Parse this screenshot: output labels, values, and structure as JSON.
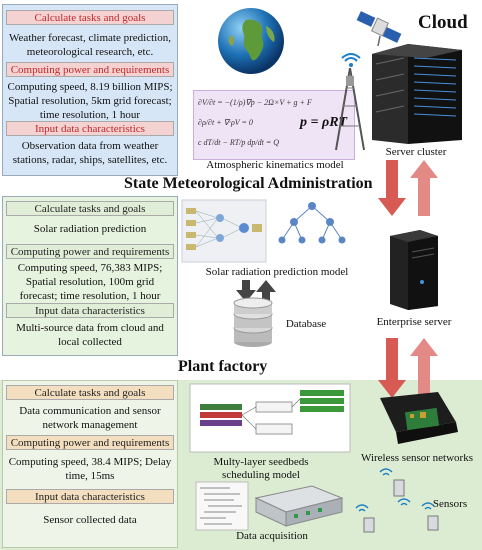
{
  "cloud": {
    "title": "Cloud",
    "tasks_header": "Calculate tasks and goals",
    "tasks_text": "Weather forecast, climate prediction, meteorological research, etc.",
    "power_header": "Computing power and requirements",
    "power_text": "Computing speed, 8.19 billion MIPS; Spatial resolution, 5km grid forecast; time resolution, 1 hour",
    "input_header": "Input data characteristics",
    "input_text": "Observation data from weather stations, radar, ships, satellites, etc.",
    "model_label": "Atmospheric kinematics model",
    "equation_right": "p = ρRT",
    "server_label": "Server cluster"
  },
  "sma": {
    "title": "State Meteorological Administration",
    "tasks_header": "Calculate tasks and goals",
    "tasks_text": "Solar radiation prediction",
    "power_header": "Computing power and requirements",
    "power_text": "Computing speed, 76,383 MIPS; Spatial resolution, 100m grid forecast; time resolution, 1 hour",
    "input_header": "Input data characteristics",
    "input_text": "Multi-source data from cloud and local collected",
    "model_label": "Solar radiation prediction model",
    "database_label": "Database",
    "server_label": "Enterprise server"
  },
  "plant": {
    "title": "Plant factory",
    "tasks_header": "Calculate tasks and goals",
    "tasks_text": "Data communication and sensor network management",
    "power_header": "Computing power and requirements",
    "power_text": "Computing speed, 38.4 MIPS; Delay time, 15ms",
    "input_header": "Input data characteristics",
    "input_text": "Sensor collected data",
    "schedule_label": "Multy-layer seedbeds scheduling model",
    "wsn_label": "Wireless sensor networks",
    "sensors_label": "Sensors",
    "daq_label": "Data acquisition"
  },
  "colors": {
    "cloud_panel": "#d6e6f6",
    "sma_panel": "#e6f3df",
    "plant_bg": "#dcecd2",
    "arrow_down": "#d85a55",
    "arrow_up": "#e38a86",
    "header_red": "#c0282a"
  }
}
